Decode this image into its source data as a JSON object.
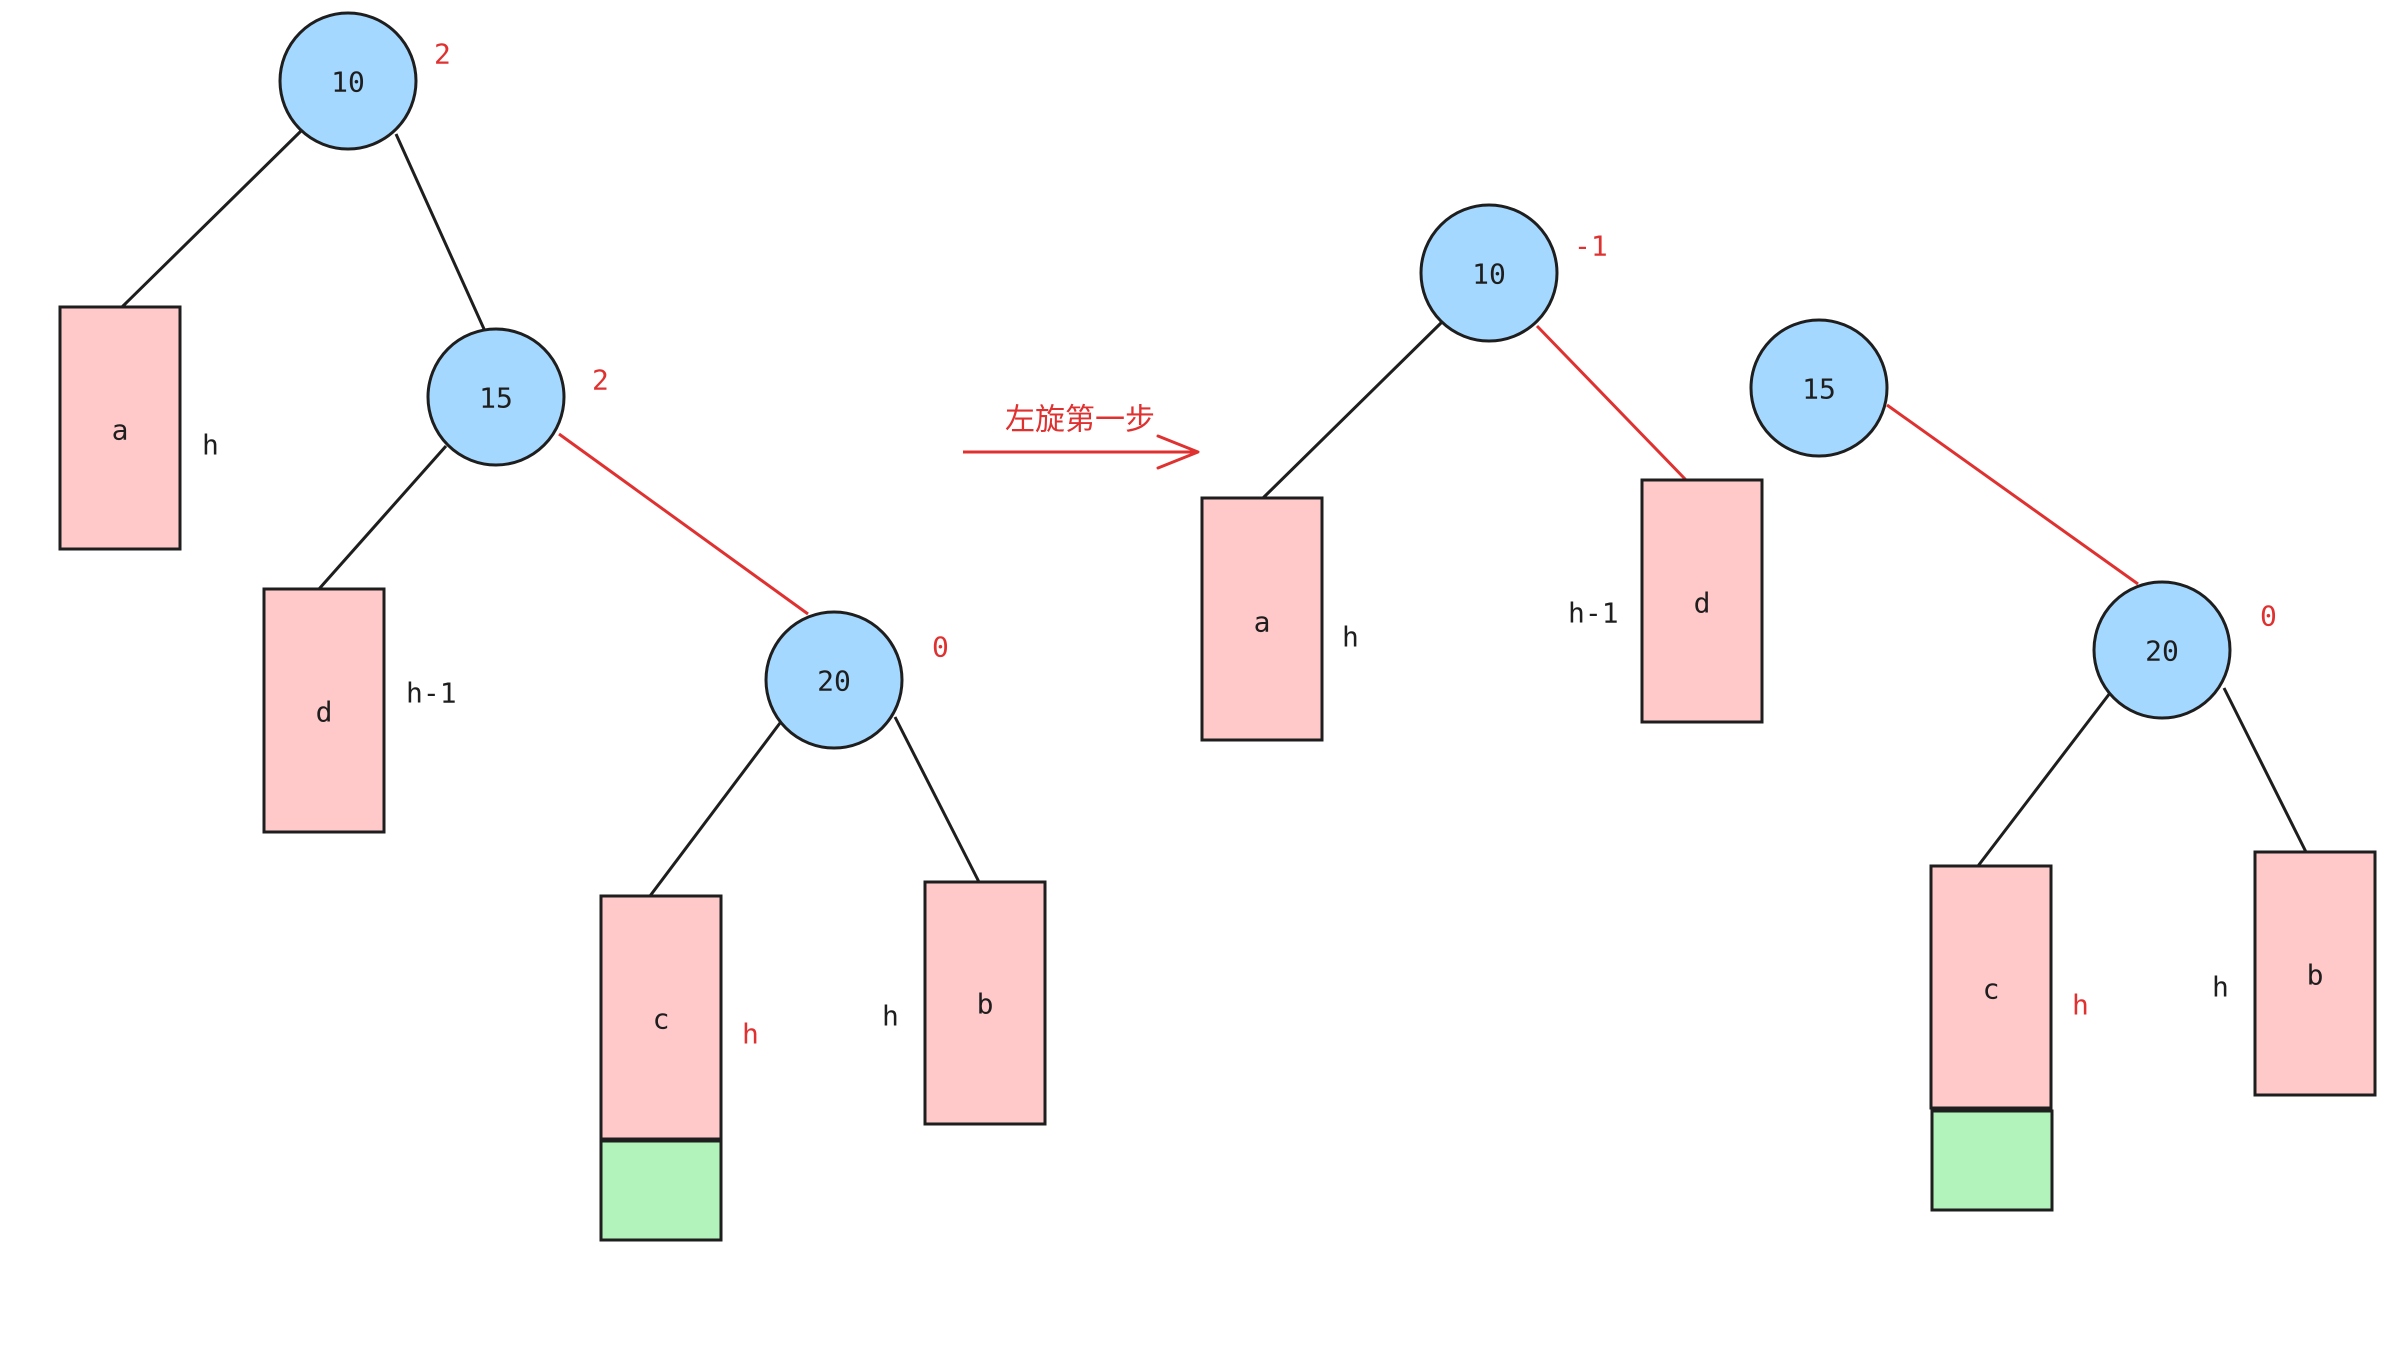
{
  "colors": {
    "node_fill": "#a5d8ff",
    "box_fill": "#ffc9c9",
    "new_fill": "#b2f2bb",
    "stroke": "#1e1e1e",
    "accent": "#e03131"
  },
  "before": {
    "nodes": {
      "n10": "10",
      "n15": "15",
      "n20": "20"
    },
    "balance": {
      "n10": "2",
      "n15": "2",
      "n20": "0"
    },
    "subtrees": {
      "a": "a",
      "d": "d",
      "c": "c",
      "b": "b"
    },
    "heights": {
      "a": "h",
      "d": "h-1",
      "c": "h",
      "b": "h"
    }
  },
  "arrow": {
    "label": "左旋第一步"
  },
  "after": {
    "nodes": {
      "n10": "10",
      "n15": "15",
      "n20": "20"
    },
    "balance": {
      "n10": "-1",
      "n20": "0"
    },
    "subtrees": {
      "a": "a",
      "d": "d",
      "c": "c",
      "b": "b"
    },
    "heights": {
      "a": "h",
      "d": "h-1",
      "c": "h",
      "b": "h"
    }
  }
}
